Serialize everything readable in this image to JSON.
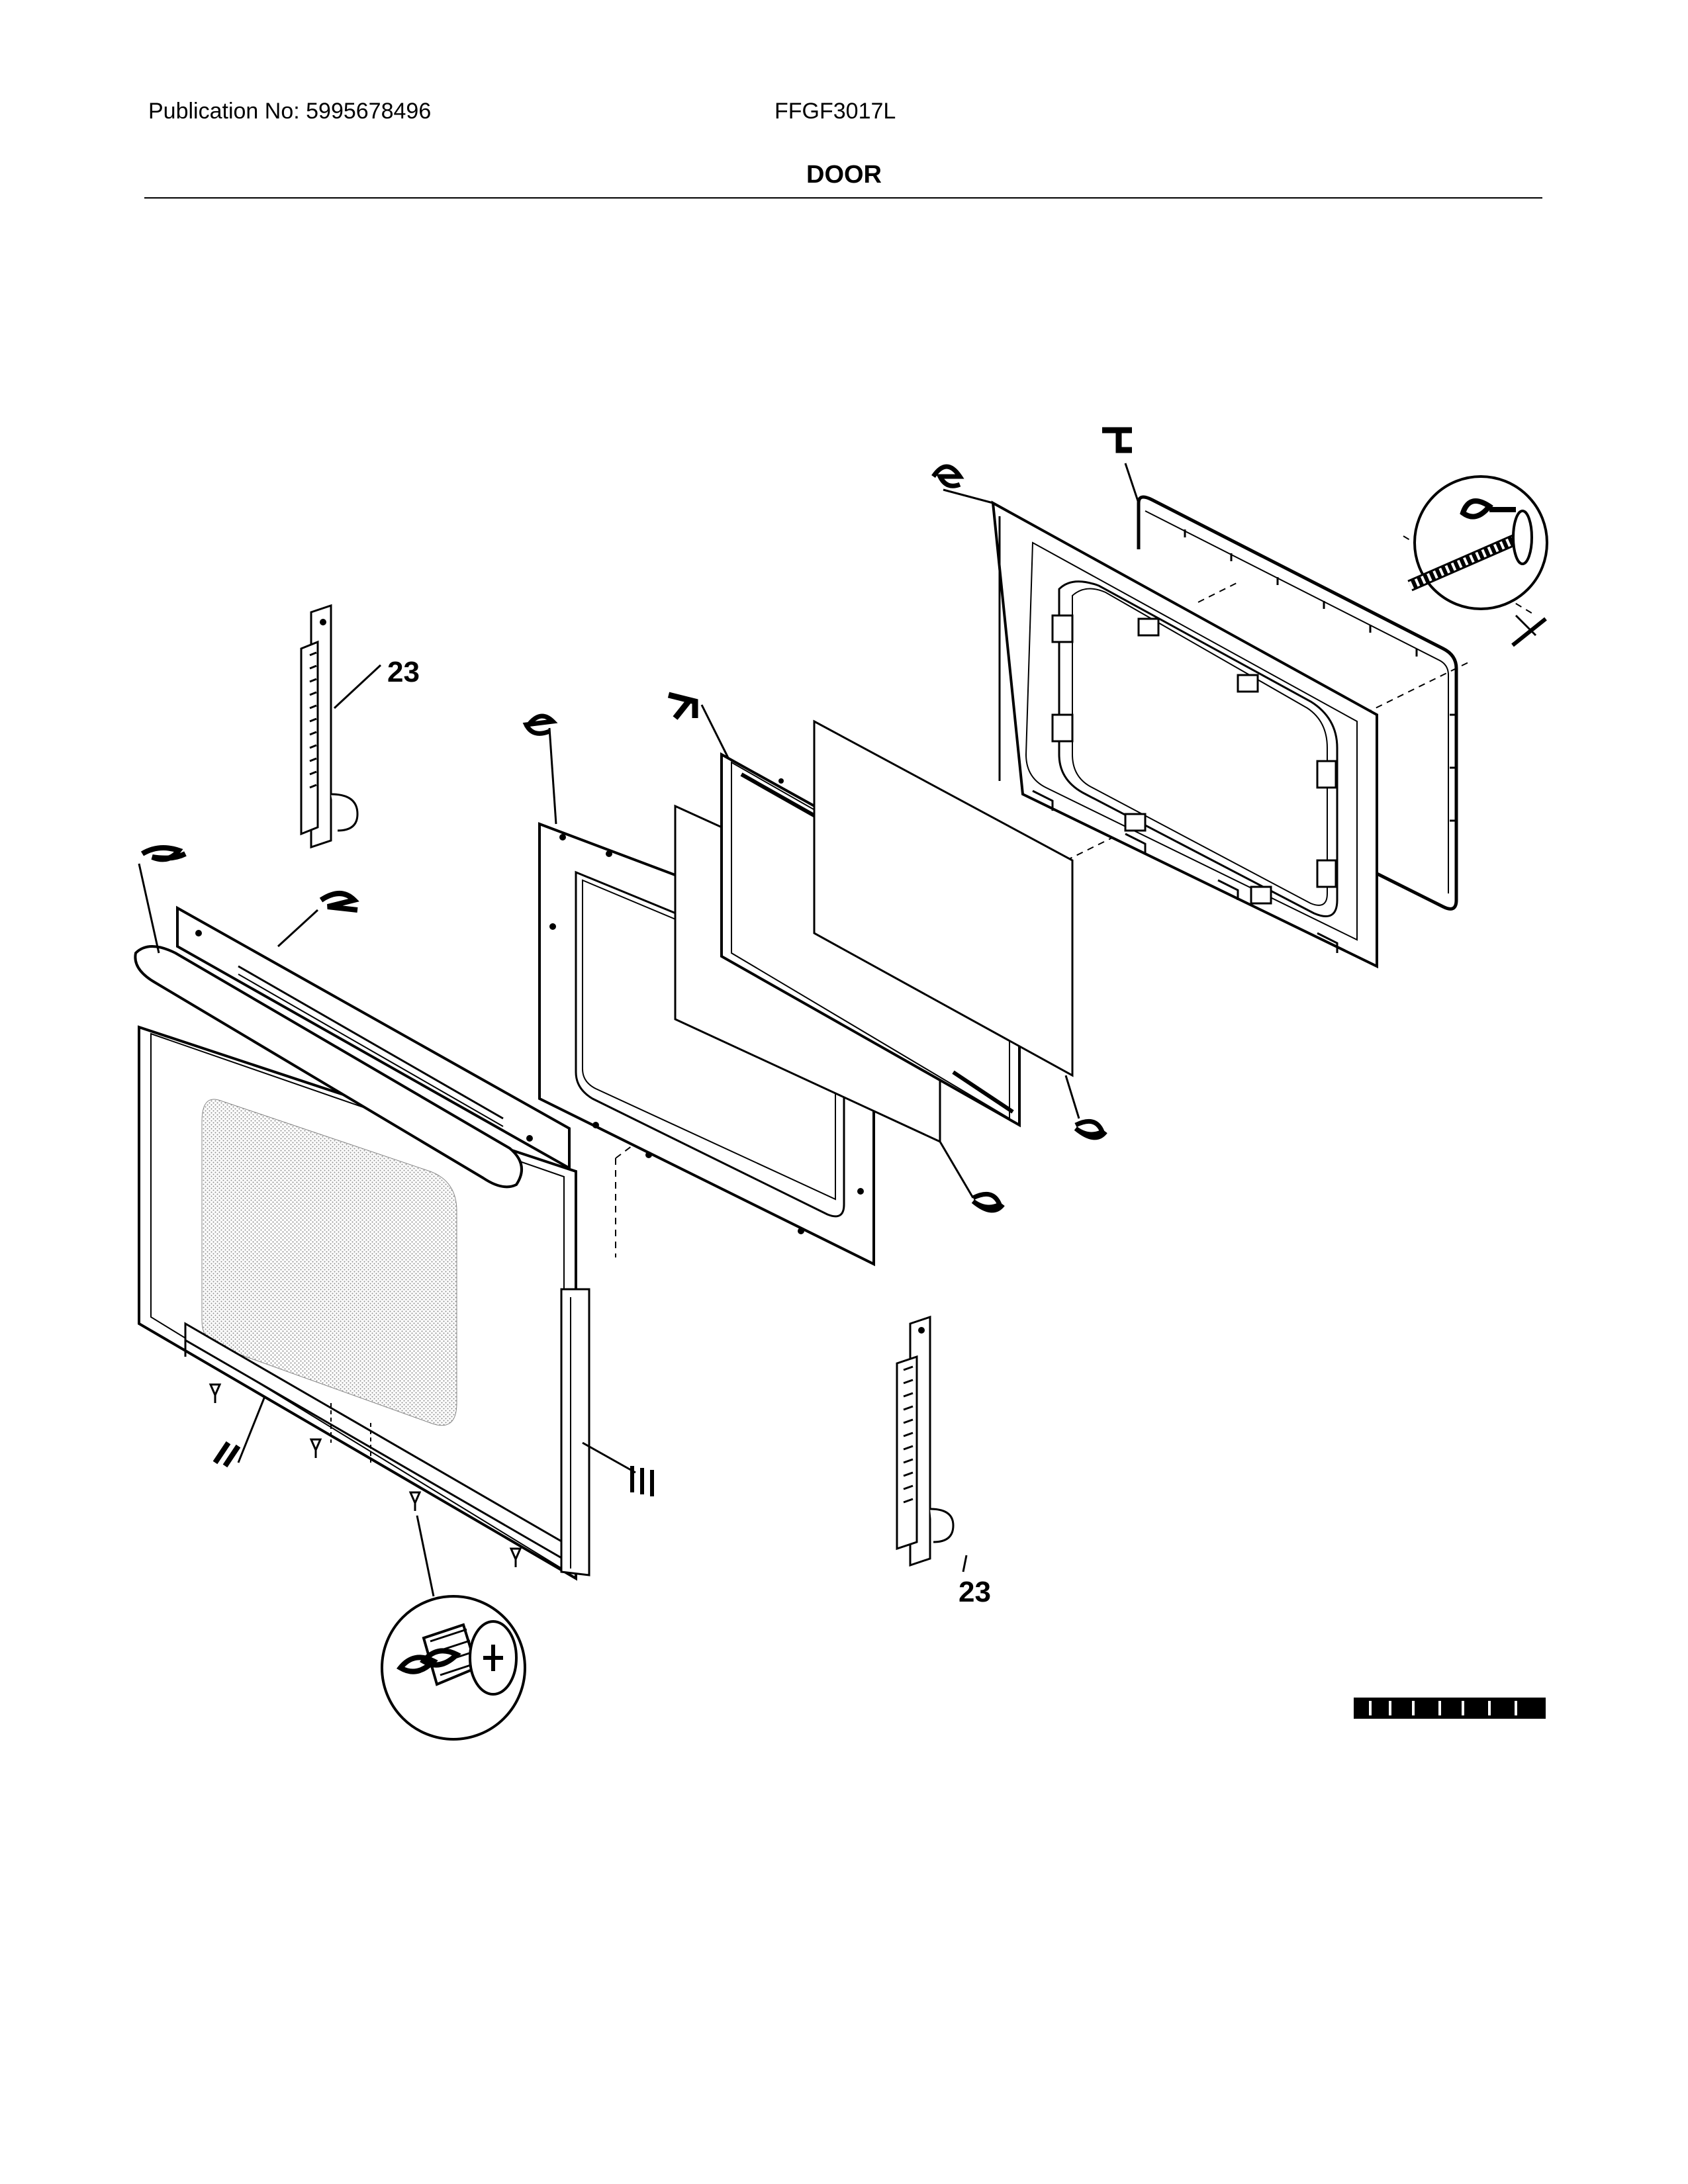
{
  "header": {
    "publication": "Publication No: 5995678496",
    "model": "FFGF3017L",
    "section_title": "DOOR"
  },
  "callouts": [
    {
      "id": "hinge-top",
      "label": "23"
    },
    {
      "id": "hinge-bottom",
      "label": "23"
    }
  ],
  "colors": {
    "ink": "#000000",
    "paper": "#ffffff",
    "stipple": "#9a9a9a"
  }
}
